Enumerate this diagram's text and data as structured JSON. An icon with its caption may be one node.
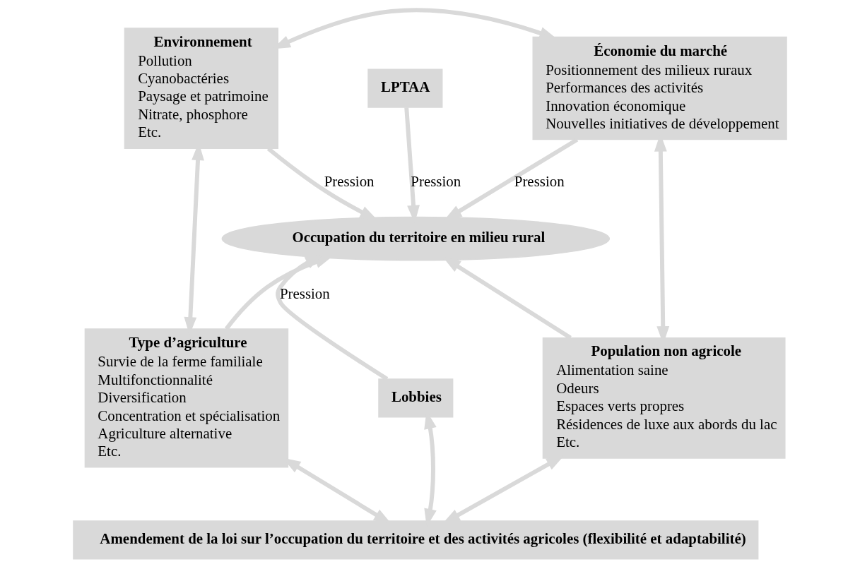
{
  "diagram": {
    "nodes": [
      {
        "text": [
          "Environnement",
          "Pollution",
          "Cyanobactéries",
          "Paysage et patrimoine",
          "Nitrate, phosphore",
          "Etc."
        ]
      },
      {
        "text": [
          "LPTAA"
        ]
      },
      {
        "text": [
          "Économie du marché",
          "Positionnement des milieux ruraux",
          "Performances des activités",
          "Innovation économique",
          "Nouvelles initiatives de développement"
        ]
      },
      {
        "text": [
          "Occupation du territoire en milieu rural"
        ]
      },
      {
        "text": [
          "Type d’agriculture",
          "Survie de la ferme familiale",
          "Multifonctionnalité",
          "Diversification",
          "Concentration et spécialisation",
          "Agriculture alternative",
          "Etc."
        ]
      },
      {
        "text": [
          "Lobbies"
        ]
      },
      {
        "text": [
          "Population non agricole",
          "Alimentation saine",
          "Odeurs",
          "Espaces verts propres",
          "Résidences de luxe aux abords du lac",
          "Etc."
        ]
      },
      {
        "text": [
          "Amendement de la loi sur l’occupation du territoire et des activités agricoles (flexibilité et adaptabilité)"
        ]
      }
    ],
    "edges": [
      {
        "from": 0,
        "to": 2,
        "arrow": "both"
      },
      {
        "from": 1,
        "to": 3,
        "arrow": "to",
        "label": "Pression"
      },
      {
        "from": 0,
        "to": 4,
        "arrow": "both"
      },
      {
        "from": 0,
        "to": 3,
        "arrow": "to",
        "label": "Pression"
      },
      {
        "from": 4,
        "to": 3,
        "arrow": "to"
      },
      {
        "from": 2,
        "to": 6,
        "arrow": "both"
      },
      {
        "from": 2,
        "to": 3,
        "arrow": "to",
        "label": "Pression"
      },
      {
        "from": 6,
        "to": 3,
        "arrow": "to"
      },
      {
        "from": 5,
        "to": 3,
        "arrow": "to",
        "label": "Pression"
      },
      {
        "from": 4,
        "to": 7,
        "arrow": "both"
      },
      {
        "from": 5,
        "to": 7,
        "arrow": "both"
      },
      {
        "from": 6,
        "to": 7,
        "arrow": "both"
      }
    ]
  }
}
